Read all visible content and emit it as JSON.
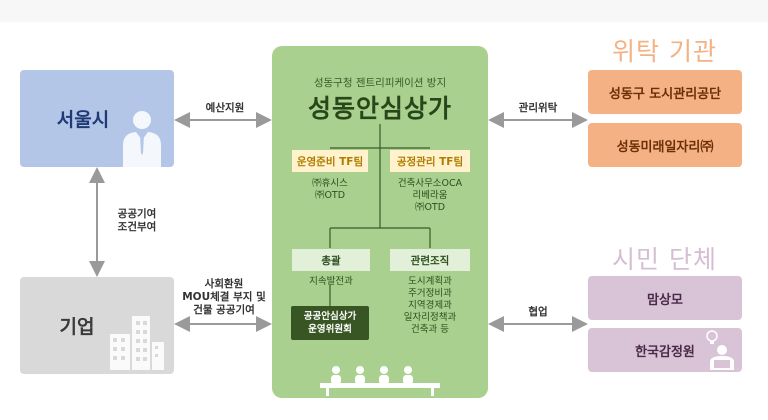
{
  "left": {
    "seoul": "서울시",
    "company": "기업",
    "budget": "예산지원",
    "public_contribution": "공공기여\n조건부여",
    "social_return": "사회환원\nMOU체결 부지 및\n건물 공공기여"
  },
  "center": {
    "subtitle": "성동구청 젠트리피케이션 방지",
    "title": "성동안심상가",
    "tf_ops": "운영준비 TF팀",
    "tf_ops_members": "㈜휴시스\n㈜OTD",
    "tf_construction": "공정관리 TF팀",
    "tf_construction_members": "건축사무소OCA\n리베라움\n㈜OTD",
    "general": "총괄",
    "general_dept": "지속발전과",
    "related": "관련조직",
    "related_depts": "도시계획과\n주거정비과\n지역경제과\n일자리정책과\n건축과 등",
    "committee": "공공안심상가\n운영위원회"
  },
  "right": {
    "trust_section": "위탁 기관",
    "trust_link": "관리위탁",
    "trust_orgs": [
      "성동구 도시관리공단",
      "성동미래일자리㈜"
    ],
    "civic_section": "시민 단체",
    "civic_link": "협업",
    "civic_orgs": [
      "맘상모",
      "한국감정원"
    ]
  },
  "colors": {
    "seoul": "#b4c6e7",
    "company": "#d9d9d9",
    "center": "#a9d08e",
    "trust": "#f4b183",
    "civic": "#d9c3d6",
    "committee": "#375623"
  },
  "icons": [
    "businessman-icon",
    "building-icon",
    "meeting-table-icon",
    "idea-person-icon"
  ]
}
